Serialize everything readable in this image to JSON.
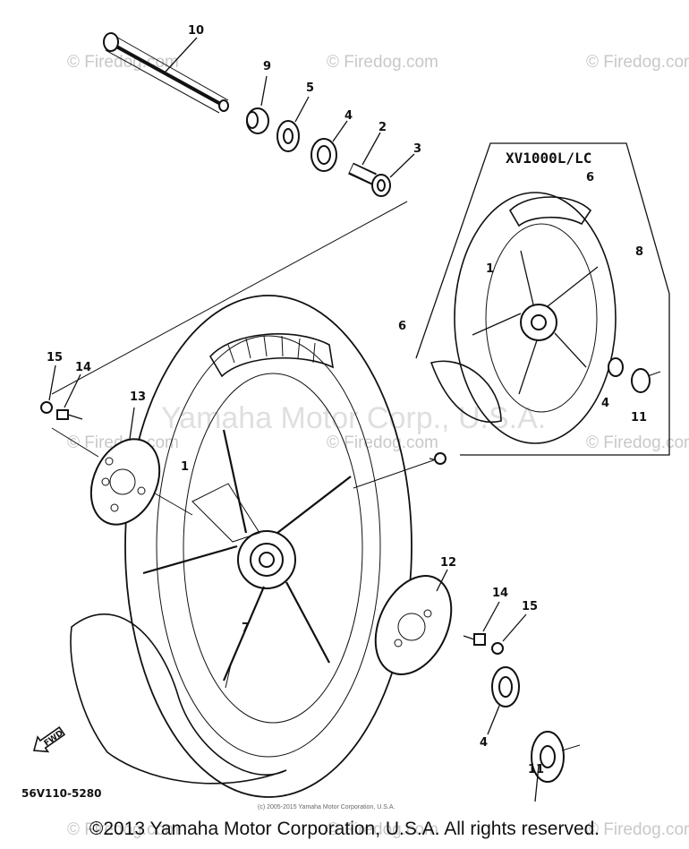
{
  "watermarks": {
    "firedog": "© Firedog.com",
    "yamaha": "Yamaha Motor Corp., U.S.A."
  },
  "inset": {
    "model_label": "XV1000L/LC"
  },
  "callouts": {
    "axle": "10",
    "collar_9": "9",
    "oil_seal_5": "5",
    "bearing_4": "4",
    "spacer_2": "2",
    "collar_3": "3",
    "tire_6": "6",
    "inset_tire_6": "6",
    "inset_valve_8": "8",
    "inset_wheel_1": "1",
    "inset_bearing_4": "4",
    "inset_gear_11": "11",
    "bolt_15_left": "15",
    "bolt_14_left": "14",
    "disc_13": "13",
    "wheel_1": "1",
    "valve_7": "7",
    "disc_12": "12",
    "bolt_14_right": "14",
    "bolt_15_right": "15",
    "bearing_4_lower": "4",
    "gear_11_lower": "11"
  },
  "fwd_label": "FWD",
  "diagram_code": "56V110-5280",
  "fine_print": "(c) 2005-2015 Yamaha Motor Corporation, U.S.A.",
  "copyright": "©2013 Yamaha Motor Corporation, U.S.A. All rights reserved."
}
